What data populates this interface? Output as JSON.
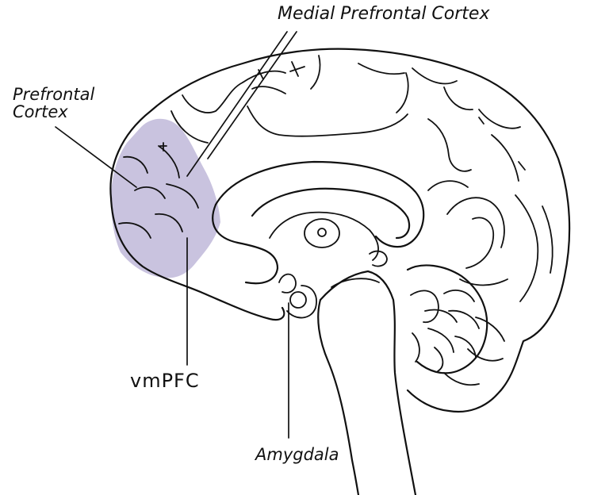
{
  "labels": {
    "medial_prefrontal_cortex": "Medial Prefrontal Cortex",
    "prefrontal_line1": "Prefrontal",
    "prefrontal_line2": "Cortex",
    "vmpfc": "vmPFC",
    "amygdala": "Amygdala"
  },
  "colors": {
    "highlight": "#c9c3df",
    "ink": "#111111",
    "background": "#ffffff"
  }
}
